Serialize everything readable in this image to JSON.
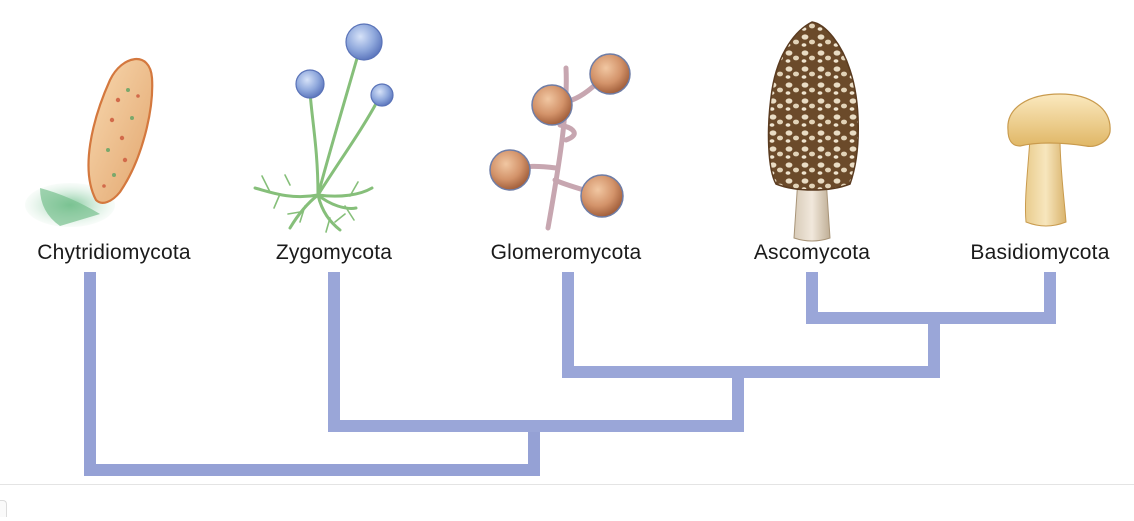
{
  "taxa": [
    {
      "name": "Chytridiomycota",
      "icon": "chytrid-sporangium-icon"
    },
    {
      "name": "Zygomycota",
      "icon": "zygomycete-sporangia-icon"
    },
    {
      "name": "Glomeromycota",
      "icon": "glomeromycete-spores-icon"
    },
    {
      "name": "Ascomycota",
      "icon": "morel-mushroom-icon"
    },
    {
      "name": "Basidiomycota",
      "icon": "cap-mushroom-icon"
    }
  ],
  "colors": {
    "tree": "#9aa6d8",
    "tree_edge": "#7f8cc8",
    "label": "#1a1a1a"
  }
}
